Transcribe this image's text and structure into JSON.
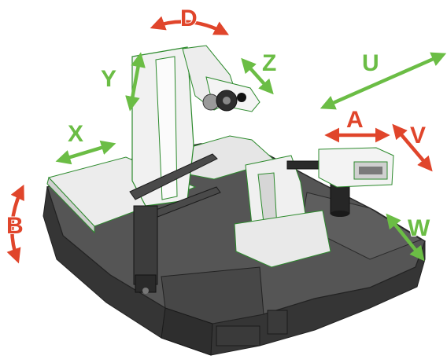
{
  "axes": {
    "d": "D",
    "z": "Z",
    "y": "Y",
    "u": "U",
    "x": "X",
    "a": "A",
    "v": "V",
    "b": "B",
    "w": "W"
  },
  "colors": {
    "linear_axis": "#6bbd45",
    "rotary_axis": "#e0452b",
    "machine_dark": "#4d4d4d",
    "machine_light": "#ececec"
  }
}
